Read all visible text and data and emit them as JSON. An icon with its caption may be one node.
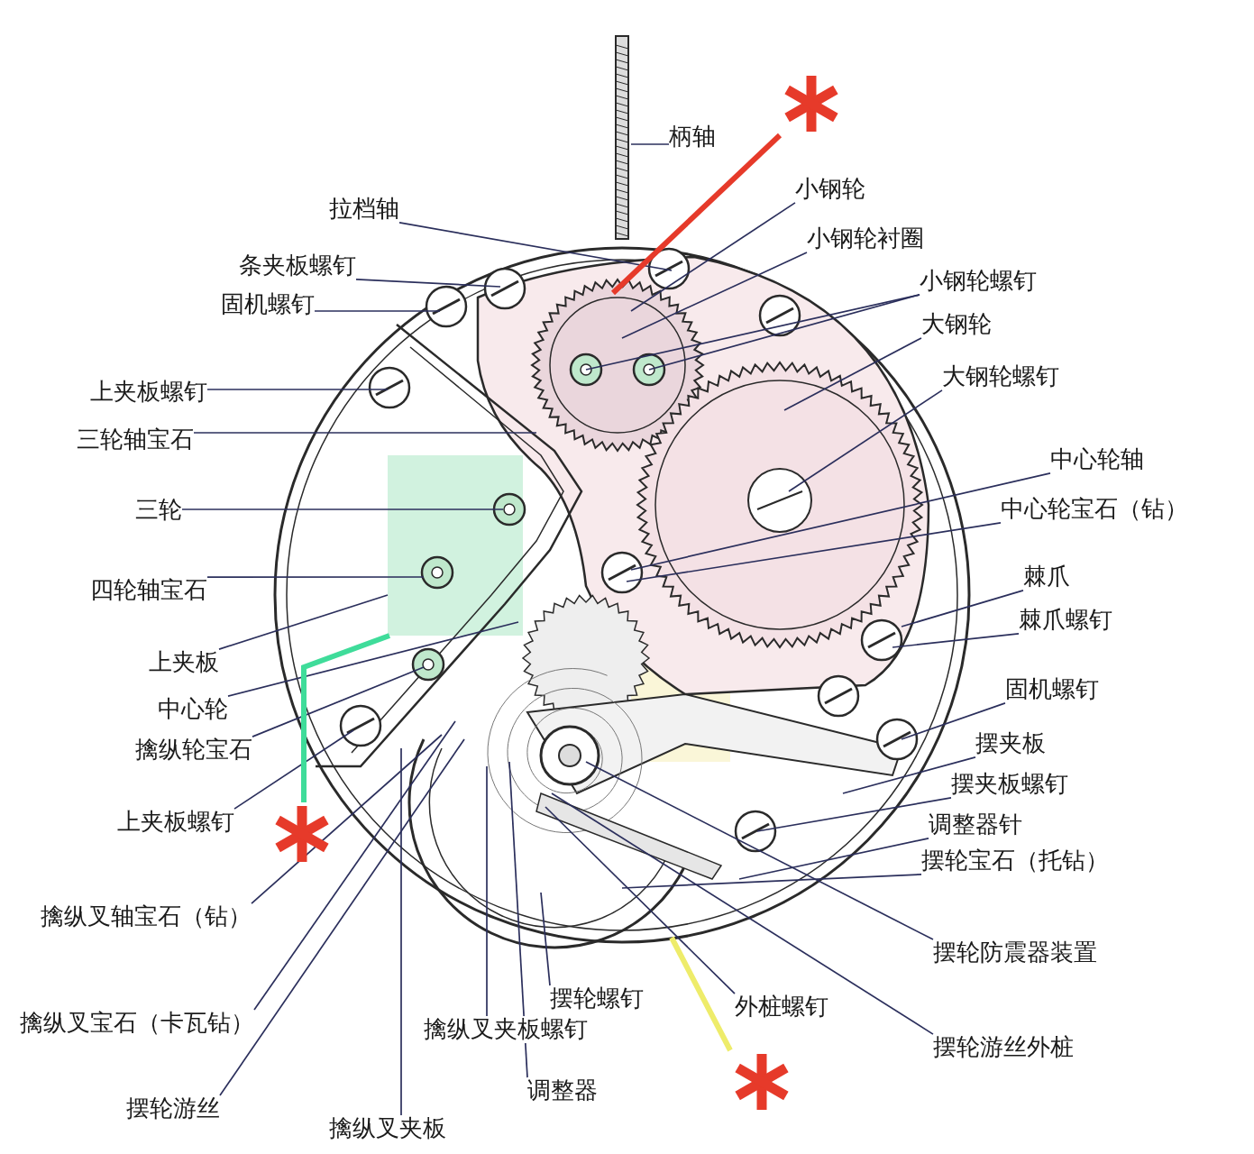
{
  "diagram": {
    "nodes": [
      {
        "text": [
          "柄轴"
        ]
      },
      {
        "text": [
          "拉档轴"
        ]
      },
      {
        "text": [
          "小钢轮"
        ]
      },
      {
        "text": [
          "小钢轮衬圈"
        ]
      },
      {
        "text": [
          "小钢轮螺钉"
        ]
      },
      {
        "text": [
          "大钢轮"
        ]
      },
      {
        "text": [
          "大钢轮螺钉"
        ]
      },
      {
        "text": [
          "中心轮轴"
        ]
      },
      {
        "text": [
          "中心轮宝石（钻）"
        ]
      },
      {
        "text": [
          "棘爪"
        ]
      },
      {
        "text": [
          "棘爪螺钉"
        ]
      },
      {
        "text": [
          "固机螺钉"
        ]
      },
      {
        "text": [
          "摆夹板"
        ]
      },
      {
        "text": [
          "摆夹板螺钉"
        ]
      },
      {
        "text": [
          "调整器针"
        ]
      },
      {
        "text": [
          "摆轮宝石（托钻）"
        ]
      },
      {
        "text": [
          "摆轮防震器装置"
        ]
      },
      {
        "text": [
          "外桩螺钉"
        ]
      },
      {
        "text": [
          "摆轮游丝外桩"
        ]
      },
      {
        "text": [
          "调整器"
        ]
      },
      {
        "text": [
          "摆轮螺钉"
        ]
      },
      {
        "text": [
          "擒纵叉夹板螺钉"
        ]
      },
      {
        "text": [
          "擒纵叉夹板"
        ]
      },
      {
        "text": [
          "摆轮游丝"
        ]
      },
      {
        "text": [
          "擒纵叉宝石（卡瓦钻）"
        ]
      },
      {
        "text": [
          "擒纵叉轴宝石（钻）"
        ]
      },
      {
        "text": [
          "上夹板螺钉"
        ]
      },
      {
        "text": [
          "擒纵轮宝石"
        ]
      },
      {
        "text": [
          "中心轮"
        ]
      },
      {
        "text": [
          "上夹板"
        ]
      },
      {
        "text": [
          "四轮轴宝石"
        ]
      },
      {
        "text": [
          "三轮"
        ]
      },
      {
        "text": [
          "三轮轴宝石"
        ]
      },
      {
        "text": [
          "上夹板螺钉"
        ]
      },
      {
        "text": [
          "固机螺钉"
        ]
      },
      {
        "text": [
          "条夹板螺钉"
        ]
      },
      {
        "text": [],
        "shape": "asterisk"
      },
      {
        "text": [],
        "shape": "asterisk"
      },
      {
        "text": [],
        "shape": "asterisk"
      }
    ],
    "edges": [
      {
        "from": 0,
        "to": null,
        "arrow": "none"
      },
      {
        "from": 1,
        "to": null,
        "arrow": "none"
      },
      {
        "from": 2,
        "to": null,
        "arrow": "none"
      },
      {
        "from": 3,
        "to": null,
        "arrow": "none"
      },
      {
        "from": 4,
        "to": null,
        "arrow": "none"
      },
      {
        "from": 4,
        "to": null,
        "arrow": "none"
      },
      {
        "from": 5,
        "to": null,
        "arrow": "none"
      },
      {
        "from": 6,
        "to": null,
        "arrow": "none"
      },
      {
        "from": 7,
        "to": null,
        "arrow": "none"
      },
      {
        "from": 8,
        "to": null,
        "arrow": "none"
      },
      {
        "from": 9,
        "to": null,
        "arrow": "none"
      },
      {
        "from": 10,
        "to": null,
        "arrow": "none"
      },
      {
        "from": 11,
        "to": null,
        "arrow": "none"
      },
      {
        "from": 12,
        "to": null,
        "arrow": "none"
      },
      {
        "from": 13,
        "to": null,
        "arrow": "none"
      },
      {
        "from": 14,
        "to": null,
        "arrow": "none"
      },
      {
        "from": 15,
        "to": null,
        "arrow": "none"
      },
      {
        "from": 16,
        "to": null,
        "arrow": "none"
      },
      {
        "from": 17,
        "to": null,
        "arrow": "none"
      },
      {
        "from": 18,
        "to": null,
        "arrow": "none"
      },
      {
        "from": 19,
        "to": null,
        "arrow": "none"
      },
      {
        "from": 20,
        "to": null,
        "arrow": "none"
      },
      {
        "from": 21,
        "to": null,
        "arrow": "none"
      },
      {
        "from": 22,
        "to": null,
        "arrow": "none"
      },
      {
        "from": 23,
        "to": null,
        "arrow": "none"
      },
      {
        "from": 24,
        "to": null,
        "arrow": "none"
      },
      {
        "from": 25,
        "to": null,
        "arrow": "none"
      },
      {
        "from": 26,
        "to": null,
        "arrow": "none"
      },
      {
        "from": 27,
        "to": null,
        "arrow": "none"
      },
      {
        "from": 28,
        "to": null,
        "arrow": "none"
      },
      {
        "from": 29,
        "to": null,
        "arrow": "none"
      },
      {
        "from": 30,
        "to": null,
        "arrow": "none"
      },
      {
        "from": 31,
        "to": null,
        "arrow": "none"
      },
      {
        "from": 32,
        "to": null,
        "arrow": "none"
      },
      {
        "from": 33,
        "to": null,
        "arrow": "none"
      },
      {
        "from": 34,
        "to": null,
        "arrow": "none"
      },
      {
        "from": 35,
        "to": null,
        "arrow": "none"
      },
      {
        "from": null,
        "to": 36,
        "arrow": "none",
        "style": "thick",
        "color": "#e63a2a"
      },
      {
        "from": null,
        "to": 37,
        "arrow": "none",
        "style": "thick",
        "color": "#3fdc9a"
      },
      {
        "from": null,
        "to": 38,
        "arrow": "none",
        "style": "thick",
        "color": "#eeec6a"
      }
    ]
  }
}
